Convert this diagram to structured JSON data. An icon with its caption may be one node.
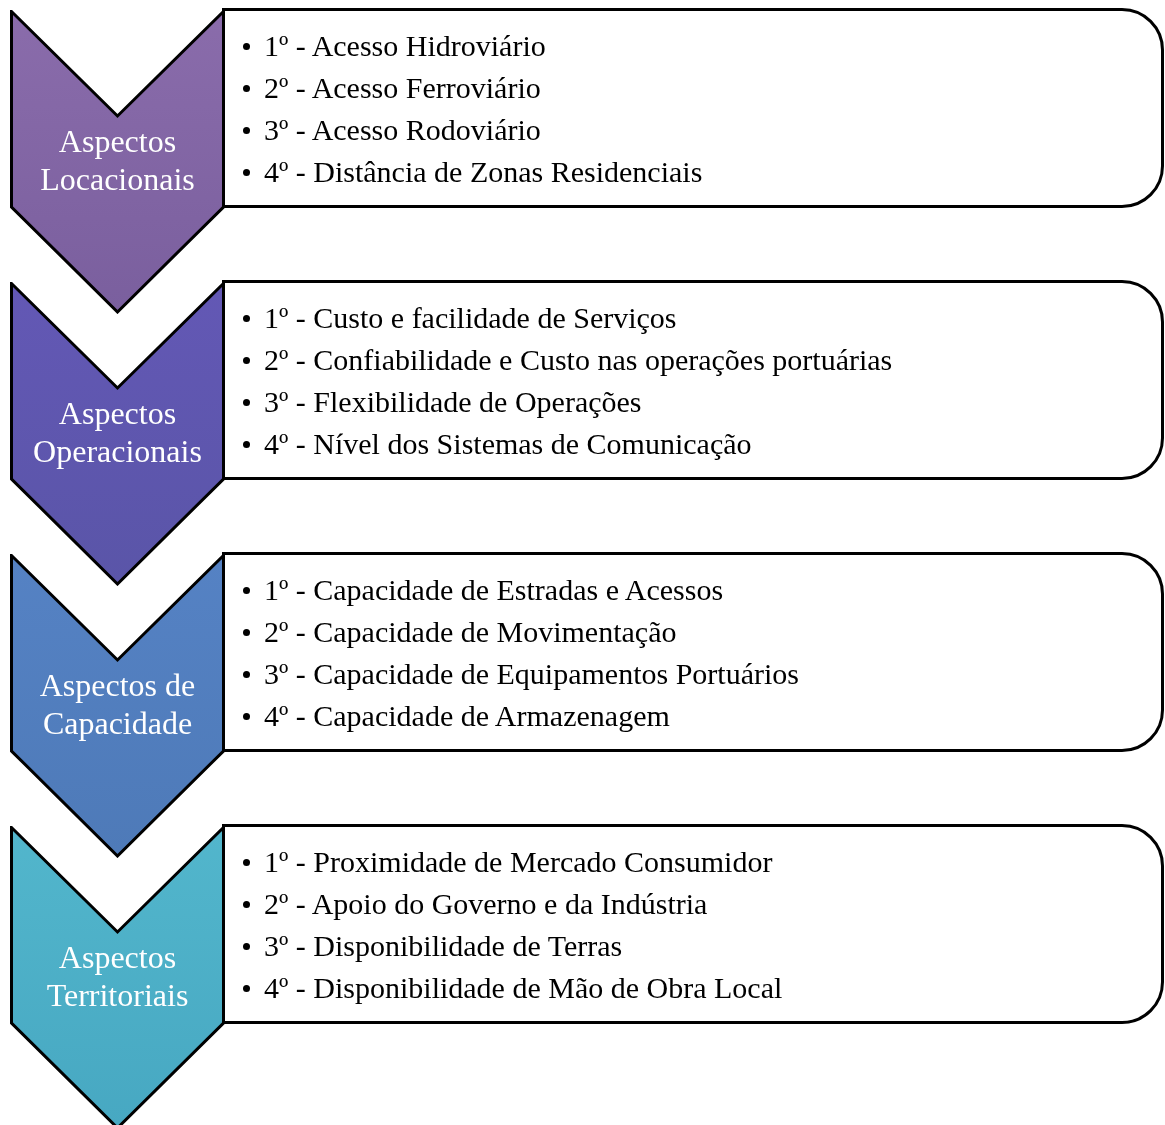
{
  "diagram": {
    "nodes": [
      {
        "text": [
          "Aspectos Locacionais"
        ]
      },
      {
        "text": [
          "1º - Acesso Hidroviário",
          "2º - Acesso Ferroviário",
          "3º - Acesso Rodoviário",
          "4º - Distância de Zonas Residenciais"
        ]
      },
      {
        "text": [
          "Aspectos Operacionais"
        ]
      },
      {
        "text": [
          "1º - Custo e facilidade de Serviços",
          "2º - Confiabilidade e Custo nas operações portuárias",
          "3º - Flexibilidade de Operações",
          "4º - Nível dos Sistemas de Comunicação"
        ]
      },
      {
        "text": [
          "Aspectos de Capacidade"
        ]
      },
      {
        "text": [
          "1º - Capacidade de Estradas e Acessos",
          "2º - Capacidade de Movimentação",
          "3º - Capacidade de Equipamentos Portuários",
          "4º - Capacidade de Armazenagem"
        ]
      },
      {
        "text": [
          "Aspectos Territoriais"
        ]
      },
      {
        "text": [
          "1º - Proximidade de Mercado Consumidor",
          "2º - Apoio do Governo e da Indústria",
          "3º - Disponibilidade de Terras",
          "4º - Disponibilidade de Mão de Obra Local"
        ]
      }
    ]
  }
}
